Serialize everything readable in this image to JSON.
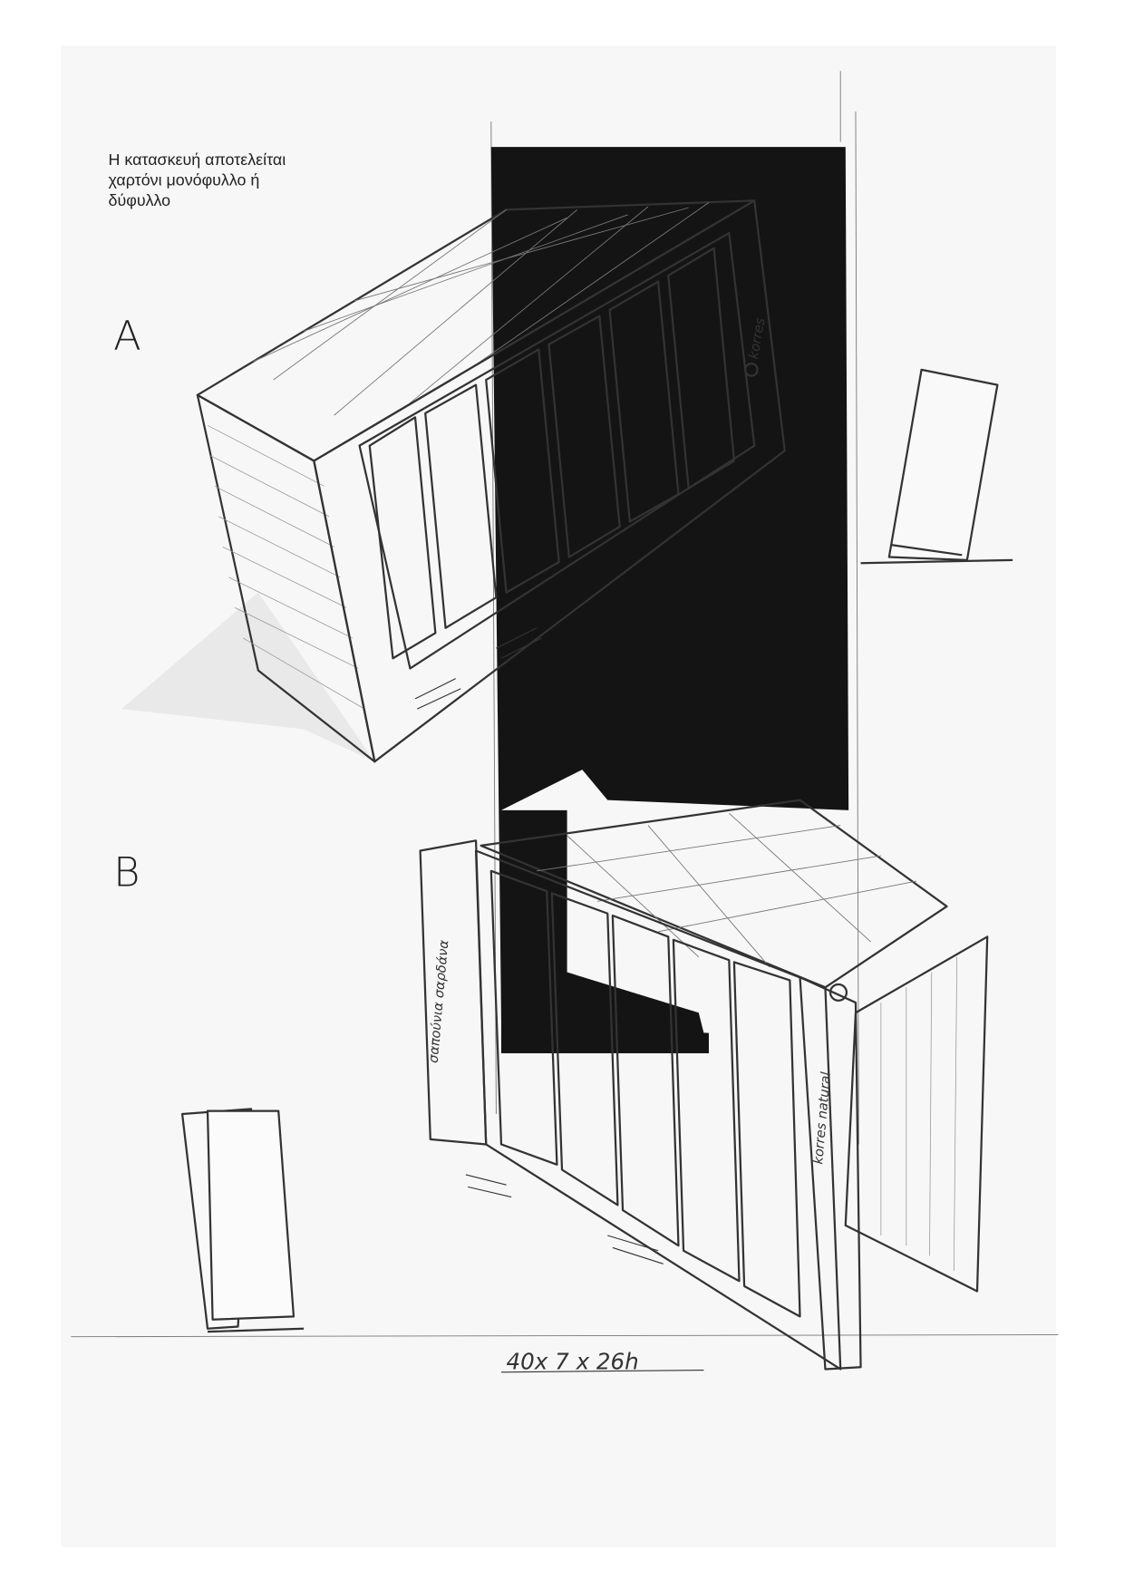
{
  "note": {
    "line1": "Η κατασκευή αποτελείται",
    "line2": "χαρτόνι μονόφυλλο ή",
    "line3": "δύφυλλο"
  },
  "variants": {
    "a_label": "A",
    "b_label": "B"
  },
  "dimensions": "40x 7 x 26h",
  "brand_lettering": {
    "box_a_side": "korres",
    "box_b_left": "σαπούνια σαρδάνα",
    "box_b_right": "korres natural"
  },
  "colors": {
    "paper": "#f7f7f7",
    "marker_black": "#141414",
    "pencil": "#333333"
  }
}
